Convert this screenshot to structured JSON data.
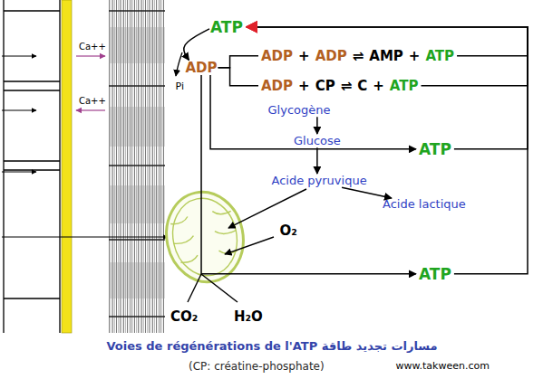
{
  "diagram": {
    "caption": "Voies de régénérations de l'ATP مسارات تجديد طاقة",
    "nodes": [
      {
        "text": [
          "ATP"
        ]
      },
      {
        "text": [
          "ADP"
        ]
      },
      {
        "text": [
          "ADP",
          "+",
          "ADP",
          "⇌",
          "AMP",
          "+",
          "ATP"
        ]
      },
      {
        "text": [
          "ADP",
          "+",
          "CP",
          "⇌",
          "C",
          "+",
          "ATP"
        ]
      },
      {
        "text": [
          "Glycogène"
        ]
      },
      {
        "text": [
          "Glucose"
        ]
      },
      {
        "text": [
          "ATP"
        ]
      },
      {
        "text": [
          "Acide pyruvique"
        ]
      },
      {
        "text": [
          "Acide lactique"
        ]
      },
      {
        "text": [
          "ATP"
        ]
      }
    ],
    "edges": [
      {
        "from": 0,
        "to": 1,
        "arrow": "to"
      },
      {
        "from": 1,
        "to": 2,
        "arrow": "none"
      },
      {
        "from": 1,
        "to": 3,
        "arrow": "none"
      },
      {
        "from": 1,
        "to": 6,
        "arrow": "to"
      },
      {
        "from": 1,
        "to": 9,
        "arrow": "to"
      },
      {
        "from": 2,
        "to": 0,
        "arrow": "to"
      },
      {
        "from": 3,
        "to": 0,
        "arrow": "to"
      },
      {
        "from": 6,
        "to": 0,
        "arrow": "to"
      },
      {
        "from": 9,
        "to": 0,
        "arrow": "to"
      },
      {
        "from": 4,
        "to": 5,
        "arrow": "to"
      },
      {
        "from": 5,
        "to": 7,
        "arrow": "to"
      },
      {
        "from": 7,
        "to": 8,
        "arrow": "to"
      }
    ],
    "labels": [
      "Ca++",
      "Ca++",
      "Pi",
      "O₂",
      "CO₂",
      "H₂O",
      "(CP: créatine-phosphate)",
      "www.takween.com"
    ]
  }
}
